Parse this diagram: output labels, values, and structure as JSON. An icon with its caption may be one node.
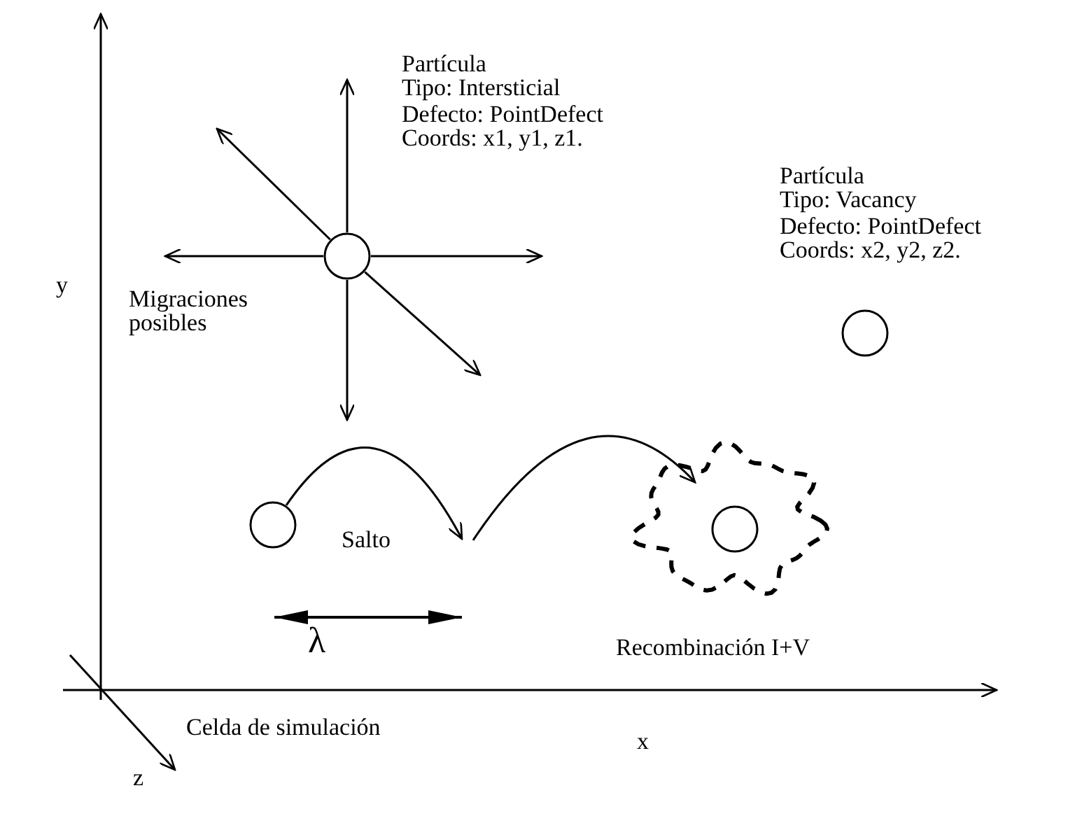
{
  "diagram": {
    "nodes": [
      {
        "text": [],
        "shape": "circle",
        "beside": [
          "Partícula Tipo: Intersticial",
          "Defecto: PointDefect Coords: x1, y1, z1."
        ]
      },
      {
        "text": [],
        "shape": "circle",
        "beside": [
          "Partícula Tipo: Vacancy",
          "Defecto: PointDefect Coords: x2, y2, z2."
        ]
      },
      {
        "text": [],
        "shape": "circle"
      },
      {
        "text": [],
        "shape": "cloud",
        "beside": [
          "Recombinación I+V"
        ]
      },
      {
        "text": [],
        "shape": "circle",
        "in": 3
      }
    ],
    "edges": [
      {
        "from": 0,
        "to": null,
        "arrow": "to"
      },
      {
        "from": 0,
        "to": null,
        "arrow": "to"
      },
      {
        "from": 0,
        "to": null,
        "arrow": "to"
      },
      {
        "from": 0,
        "to": null,
        "arrow": "to"
      },
      {
        "from": 0,
        "to": null,
        "arrow": "to"
      },
      {
        "from": 0,
        "to": null,
        "arrow": "to"
      },
      {
        "from": 2,
        "to": null,
        "arrow": "to"
      },
      {
        "from": null,
        "to": 3,
        "arrow": "to"
      }
    ],
    "labels": [
      "y",
      "Migraciones posibles",
      "Salto",
      "λ",
      "Celda de simulación",
      "x",
      "z"
    ]
  }
}
